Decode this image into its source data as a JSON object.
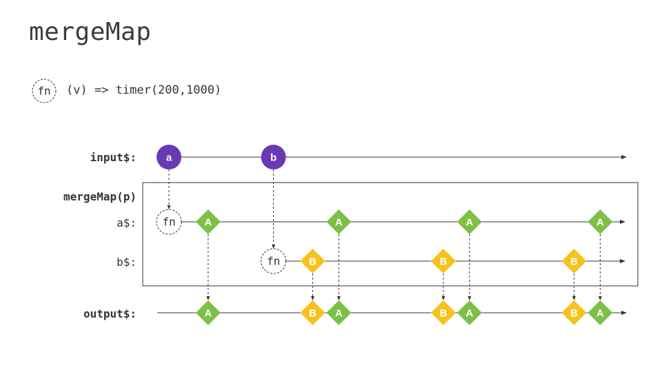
{
  "title": "mergeMap",
  "legend": {
    "fn_label": "fn",
    "fn_definition": "(v) => timer(200,1000)"
  },
  "rows": {
    "input": "input$:",
    "operator": "mergeMap(p)",
    "a": "a$:",
    "b": "b$:",
    "output": "output$:"
  },
  "colors": {
    "input_marble": "#6a3ab5",
    "a_marble": "#7cc046",
    "b_marble": "#f6c21c",
    "line": "#333333"
  },
  "marbles": {
    "input": [
      {
        "label": "a",
        "time": 0.0
      },
      {
        "label": "b",
        "time": 0.8
      }
    ],
    "a": [
      {
        "label": "A",
        "time": 0.3
      },
      {
        "label": "A",
        "time": 1.3
      },
      {
        "label": "A",
        "time": 2.3
      },
      {
        "label": "A",
        "time": 3.3
      }
    ],
    "b": [
      {
        "label": "B",
        "time": 1.1
      },
      {
        "label": "B",
        "time": 2.1
      },
      {
        "label": "B",
        "time": 3.1
      }
    ],
    "output": [
      {
        "label": "A",
        "time": 0.3,
        "stream": "a"
      },
      {
        "label": "B",
        "time": 1.1,
        "stream": "b"
      },
      {
        "label": "A",
        "time": 1.3,
        "stream": "a"
      },
      {
        "label": "B",
        "time": 2.1,
        "stream": "b"
      },
      {
        "label": "A",
        "time": 2.3,
        "stream": "a"
      },
      {
        "label": "B",
        "time": 3.1,
        "stream": "b"
      },
      {
        "label": "A",
        "time": 3.3,
        "stream": "a"
      }
    ],
    "fn_nodes": [
      {
        "label": "fn",
        "time": 0.0,
        "row": "a"
      },
      {
        "label": "fn",
        "time": 0.8,
        "row": "b"
      }
    ]
  }
}
